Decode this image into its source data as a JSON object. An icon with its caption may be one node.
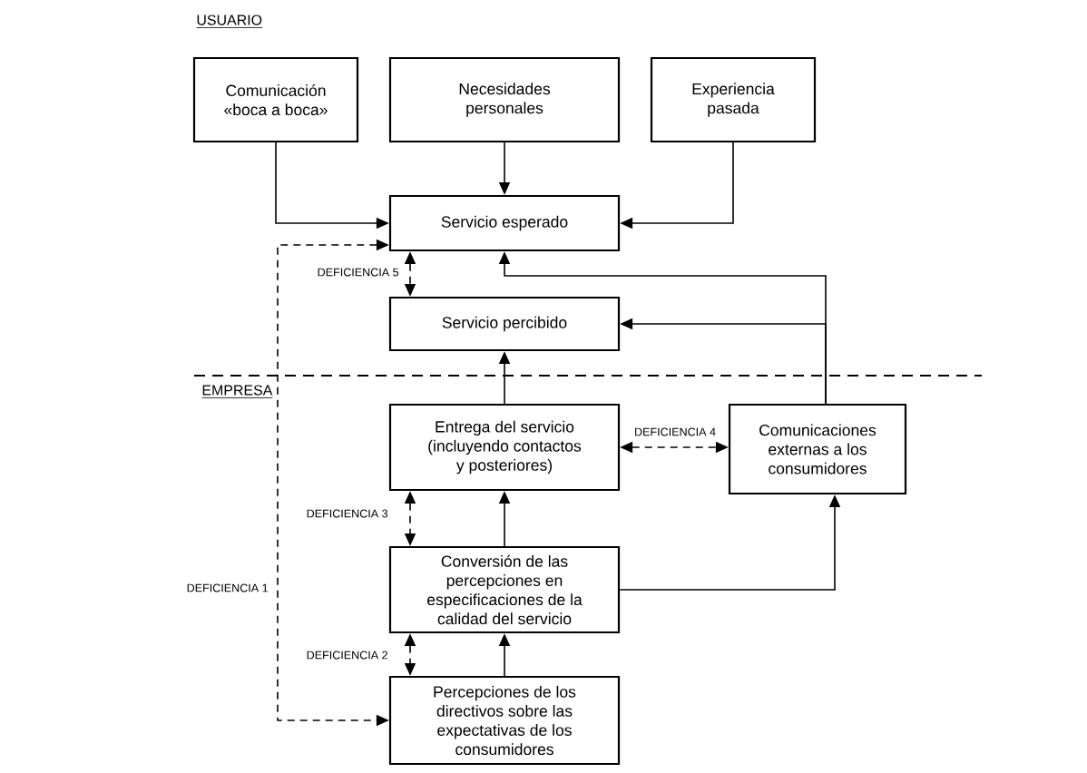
{
  "diagram": {
    "nodes": [
      {
        "text": [
          "Comunicación «boca a boca»"
        ]
      },
      {
        "text": [
          "Necesidades personales"
        ]
      },
      {
        "text": [
          "Experiencia pasada"
        ]
      },
      {
        "text": [
          "Servicio esperado"
        ]
      },
      {
        "text": [
          "Servicio percibido"
        ]
      },
      {
        "text": [
          "Entrega del servicio (incluyendo contactos y posteriores)"
        ]
      },
      {
        "text": [
          "Comunicaciones externas a los consumidores"
        ]
      },
      {
        "text": [
          "Conversión de las percepciones en especificaciones de la calidad del servicio"
        ]
      },
      {
        "text": [
          "Percepciones de los directivos sobre las expectativas de los consumidores"
        ]
      }
    ],
    "edges": [
      {
        "from": 0,
        "to": 3,
        "arrow": "to"
      },
      {
        "from": 1,
        "to": 3,
        "arrow": "to"
      },
      {
        "from": 2,
        "to": 3,
        "arrow": "to"
      },
      {
        "from": 3,
        "to": 4,
        "arrow": "both",
        "label": "DEFICIENCIA 5",
        "style": "dashed"
      },
      {
        "from": 6,
        "to": 3,
        "arrow": "to"
      },
      {
        "from": 6,
        "to": 4,
        "arrow": "to"
      },
      {
        "from": 5,
        "to": 4,
        "arrow": "to"
      },
      {
        "from": 5,
        "to": 6,
        "arrow": "both",
        "label": "DEFICIENCIA 4",
        "style": "dashed"
      },
      {
        "from": 7,
        "to": 5,
        "arrow": "to"
      },
      {
        "from": 5,
        "to": 7,
        "arrow": "both",
        "label": "DEFICIENCIA 3",
        "style": "dashed"
      },
      {
        "from": 7,
        "to": 6,
        "arrow": "to"
      },
      {
        "from": 8,
        "to": 7,
        "arrow": "to"
      },
      {
        "from": 7,
        "to": 8,
        "arrow": "both",
        "label": "DEFICIENCIA 2",
        "style": "dashed"
      },
      {
        "from": 3,
        "to": 8,
        "arrow": "both",
        "label": "DEFICIENCIA 1",
        "style": "dashed"
      }
    ],
    "labels": [
      "USUARIO",
      "EMPRESA"
    ]
  }
}
